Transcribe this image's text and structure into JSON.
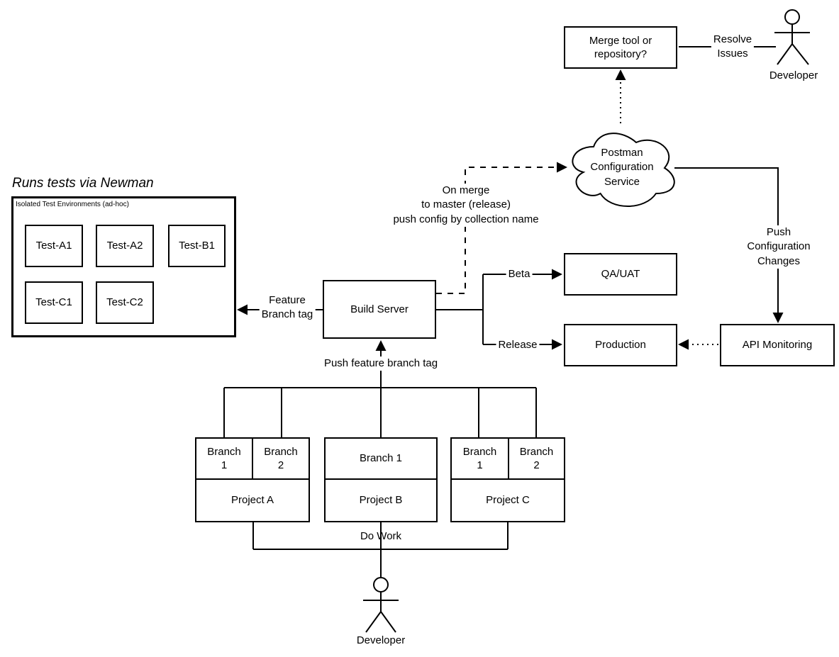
{
  "diagram": {
    "title_note": "Runs tests via Newman",
    "test_environments": {
      "label": "Isolated Test Environments (ad-hoc)",
      "nodes": [
        "Test-A1",
        "Test-A2",
        "Test-B1",
        "Test-C1",
        "Test-C2"
      ]
    },
    "nodes": {
      "merge_tool": "Merge tool or\nrepository?",
      "postman_cloud": "Postman\nConfiguration\nService",
      "build_server": "Build Server",
      "qa_uat": "QA/UAT",
      "production": "Production",
      "api_monitoring": "API Monitoring"
    },
    "actors": {
      "developer_top": "Developer",
      "developer_bottom": "Developer"
    },
    "edge_labels": {
      "resolve_issues": "Resolve\nIssues",
      "on_merge": "On merge\nto master (release)\npush config by collection name",
      "push_config": "Push Configuration\nChanges",
      "feature_branch_tag": "Feature\nBranch tag",
      "push_feature_branch_tag": "Push feature branch tag",
      "beta": "Beta",
      "release": "Release",
      "do_work": "Do Work"
    },
    "projects": [
      {
        "name": "Project A",
        "branches": [
          "Branch\n1",
          "Branch\n2"
        ]
      },
      {
        "name": "Project B",
        "branches": [
          "Branch 1"
        ]
      },
      {
        "name": "Project C",
        "branches": [
          "Branch\n1",
          "Branch\n2"
        ]
      }
    ],
    "colors": {
      "stroke": "#000000",
      "background": "#ffffff"
    }
  }
}
